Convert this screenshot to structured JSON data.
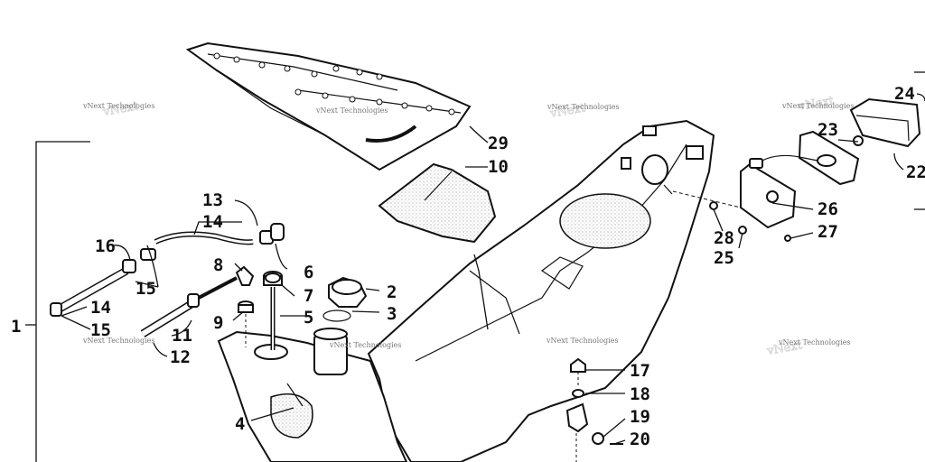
{
  "diagram": {
    "part_labels": [
      "1",
      "2",
      "3",
      "4",
      "5",
      "6",
      "7",
      "8",
      "9",
      "10",
      "11",
      "12",
      "13",
      "14",
      "14",
      "15",
      "15",
      "16",
      "17",
      "18",
      "19",
      "20",
      "22",
      "23",
      "24",
      "25",
      "26",
      "27",
      "28",
      "29"
    ],
    "watermark": "vNext Technologies"
  }
}
